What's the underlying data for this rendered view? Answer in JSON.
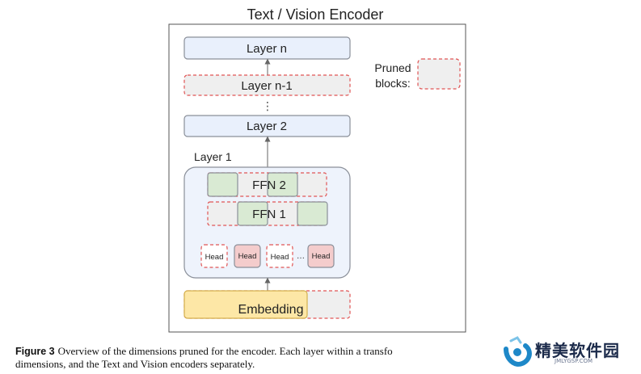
{
  "diagram": {
    "title": "Text / Vision Encoder",
    "layers": {
      "top": "Layer n",
      "pruned": "Layer n-1",
      "second": "Layer 2",
      "first_label": "Layer 1",
      "embedding": "Embedding"
    },
    "ellipsis_vertical": "⋮",
    "ffn": {
      "ffn2": "FFN 2",
      "ffn1": "FFN 1"
    },
    "heads": {
      "label": "Head",
      "ellipsis": "…"
    },
    "legend": {
      "line1": "Pruned",
      "line2": "blocks:"
    }
  },
  "caption": {
    "figure_label": "Figure 3",
    "line1": "Overview of the dimensions pruned for the encoder. Each layer within a transfo",
    "line2": "dimensions, and the Text and Vision encoders separately."
  },
  "watermark": {
    "name": "精美软件园",
    "url": "JMLYGSP.COM"
  },
  "colors": {
    "box_fill": "#e9f0fc",
    "box_stroke": "#8a8f99",
    "pruned_fill": "#efefef",
    "pruned_stroke": "#e05555",
    "green_fill": "#d9ead3",
    "green_stroke": "#6aa84f",
    "head_fill": "#f4cccc",
    "embed_fill": "#fde7a6",
    "embed_stroke": "#d4b04c",
    "layer1_fill": "#eef3fc",
    "arrow": "#666666"
  }
}
